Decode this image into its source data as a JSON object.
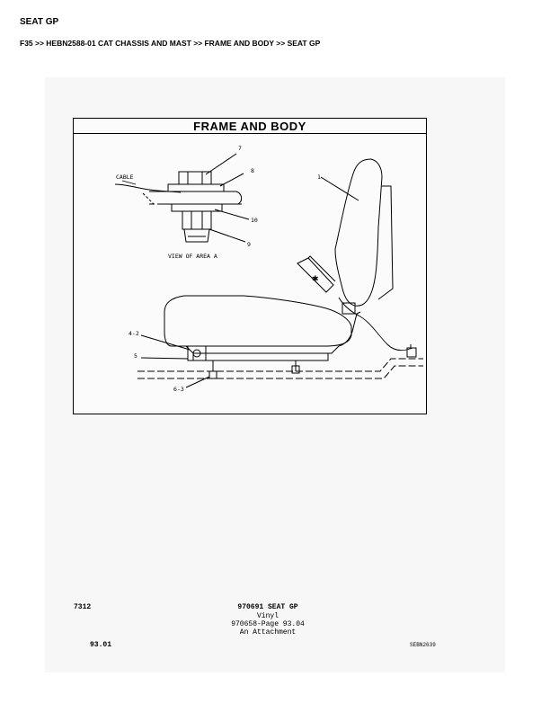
{
  "page": {
    "title": "SEAT GP",
    "breadcrumb": "F35 >> HEBN2588-01 CAT CHASSIS AND MAST >> FRAME AND BODY >> SEAT GP"
  },
  "diagram": {
    "header": "FRAME AND BODY",
    "labels": {
      "cable": "CABLE",
      "view_caption": "VIEW OF AREA A",
      "n7": "7",
      "n8": "8",
      "n10": "10",
      "n9": "9",
      "n1": "1",
      "n42": "4-2",
      "n5": "5",
      "n63": "6-3"
    }
  },
  "footer": {
    "code": "7312",
    "part_title": "970691 SEAT GP",
    "material": "Vinyl",
    "page_ref": "970658-Page 93.04",
    "attachment": "An Attachment",
    "section": "93.01",
    "doc_number": "SEBN2639"
  }
}
